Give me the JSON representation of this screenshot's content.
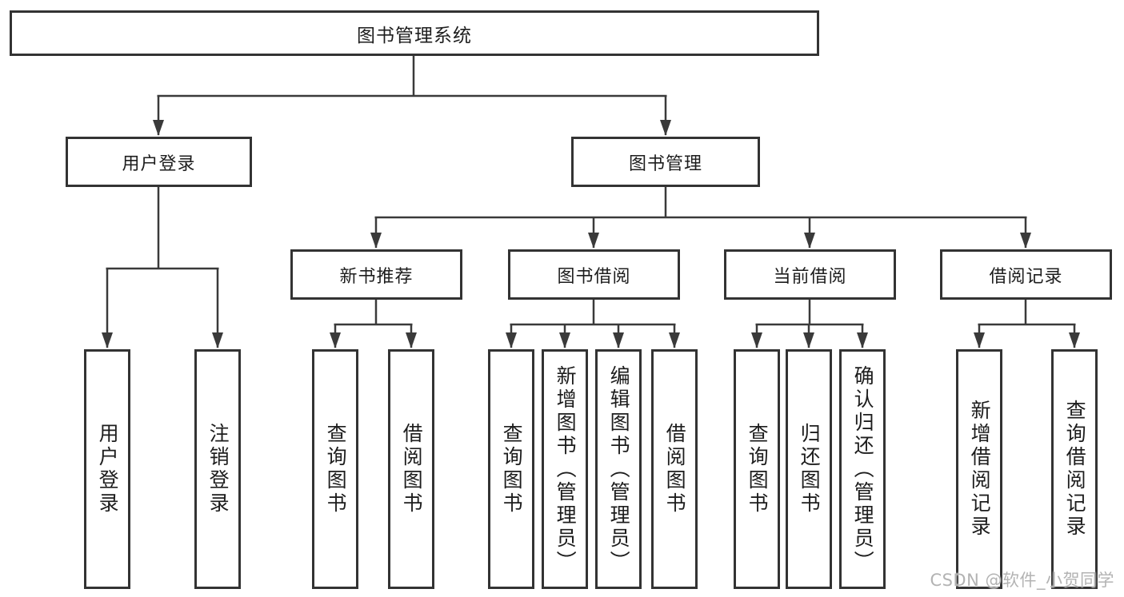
{
  "diagram": {
    "title": "图书管理系统",
    "modules": [
      {
        "label": "用户登录",
        "features": [
          "用户登录",
          "注销登录"
        ]
      },
      {
        "label": "图书管理",
        "submodules": [
          {
            "label": "新书推荐",
            "features": [
              "查询图书",
              "借阅图书"
            ]
          },
          {
            "label": "图书借阅",
            "features": [
              "查询图书",
              "新增图书（管理员）",
              "编辑图书（管理员）",
              "借阅图书"
            ]
          },
          {
            "label": "当前借阅",
            "features": [
              "查询图书",
              "归还图书",
              "确认归还（管理员）"
            ]
          },
          {
            "label": "借阅记录",
            "features": [
              "新增借阅记录",
              "查询借阅记录"
            ]
          }
        ]
      }
    ]
  },
  "watermark": {
    "text": "CSDN @软件_小贺同学"
  },
  "colors": {
    "background": "#ffffff",
    "box_border": "#333333",
    "connector_line": "#3a3a3a",
    "text": "#1d1d1d",
    "watermark": "#b3b3b3"
  }
}
